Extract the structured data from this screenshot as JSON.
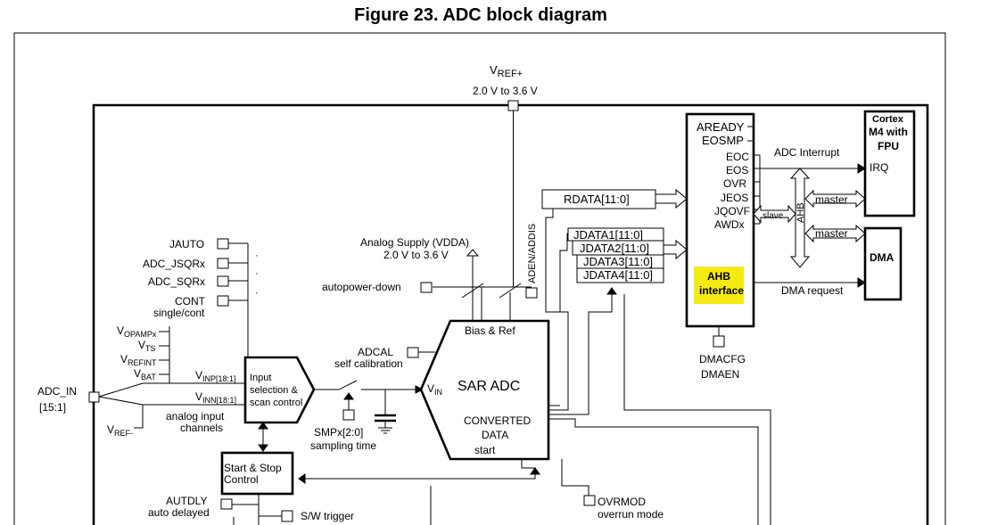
{
  "figure": {
    "title": "Figure 23. ADC block diagram"
  },
  "supply": {
    "vref_main": "V",
    "vref_sub": "REF+",
    "vref_range": "2.0 V to 3.6 V",
    "analog_supply": "Analog Supply (VDDA)",
    "analog_range": "2.0 V to 3.6 V",
    "aden_addis": "ADEN/ADDIS"
  },
  "left_ctrl": {
    "jauto": "JAUTO",
    "adc_jsqrx": "ADC_JSQRx",
    "adc_sqrx": "ADC_SQRx",
    "cont": "CONT",
    "single_cont": "single/cont",
    "autopower": "autopower-down"
  },
  "inputs": {
    "vopamp_main": "V",
    "vopamp_sub": "OPAMPx",
    "vts_main": "V",
    "vts_sub": "TS",
    "vrefint_main": "V",
    "vrefint_sub": "REFINT",
    "vbat_main": "V",
    "vbat_sub": "BAT",
    "vinp_main": "V",
    "vinp_sub": "INP[18:1]",
    "vinn_main": "V",
    "vinn_sub": "INN[18:1]",
    "vref_minus_main": "V",
    "vref_minus_sub": "REF-",
    "adc_in": "ADC_IN",
    "adc_in_range": "[15:1]",
    "analog_input": "analog input",
    "channels": "channels"
  },
  "input_sel": {
    "line1": "Input",
    "line2": "selection &",
    "line3": "scan control"
  },
  "sampling": {
    "adcal": "ADCAL",
    "self_cal": "self calibration",
    "smpx": "SMPx[2:0]",
    "sampling_time": "sampling time"
  },
  "sar": {
    "bias": "Bias & Ref",
    "vin_main": "V",
    "vin_sub": "IN",
    "title": "SAR ADC",
    "converted": "CONVERTED",
    "data": "DATA",
    "start": "start"
  },
  "registers": {
    "rdata": "RDATA[11:0]",
    "jdata1": "JDATA1[11:0]",
    "jdata2": "JDATA2[11:0]",
    "jdata3": "JDATA3[11:0]",
    "jdata4": "JDATA4[11:0]"
  },
  "ahb": {
    "aready": "AREADY",
    "eosmp": "EOSMP",
    "eoc": "EOC",
    "eos": "EOS",
    "ovr": "OVR",
    "jeos": "JEOS",
    "jqovf": "JQOVF",
    "awdx": "AWDx",
    "ahb1": "AHB",
    "interface": "interface",
    "dmacfg": "DMACFG",
    "dmaen": "DMAEN",
    "adc_interrupt": "ADC Interrupt",
    "dma_request": "DMA request",
    "slave": "slave",
    "ahb_bus": "AHB",
    "master1": "master",
    "master2": "master",
    "highlight_color": "#f5ea13"
  },
  "cortex": {
    "line1": "Cortex",
    "line2": "M4 with",
    "line3": "FPU",
    "irq": "IRQ"
  },
  "dma": {
    "label": "DMA"
  },
  "bottom": {
    "start_stop1": "Start & Stop",
    "start_stop2": "Control",
    "autdly": "AUTDLY",
    "auto_delayed": "auto delayed",
    "sw_trigger": "S/W trigger",
    "ovrmod": "OVRMOD",
    "overrun_mode": "overrun mode"
  }
}
